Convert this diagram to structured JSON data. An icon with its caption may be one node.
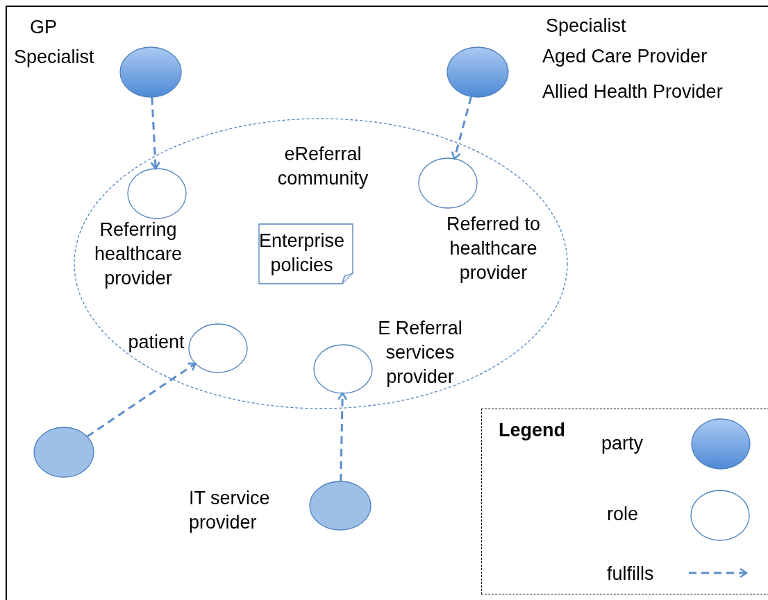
{
  "diagram": {
    "nodes": [
      {
        "text": [
          "eReferral community"
        ]
      },
      {
        "text": [],
        "shape": "circle",
        "beside": [
          "GP",
          "Specialist"
        ]
      },
      {
        "text": [],
        "shape": "circle",
        "beside": [
          "Specialist",
          "Aged Care Provider",
          "Allied Health Provider"
        ]
      },
      {
        "text": [
          "Referring healthcare provider"
        ],
        "in": 0
      },
      {
        "text": [
          "Referred to healthcare provider"
        ],
        "in": 0
      },
      {
        "text": [
          "Enterprise policies"
        ],
        "in": 0
      },
      {
        "text": [
          "patient"
        ],
        "in": 0
      },
      {
        "text": [
          "E Referral services provider"
        ],
        "in": 0
      },
      {
        "text": [],
        "shape": "circle"
      },
      {
        "text": [],
        "shape": "circle",
        "beside": [
          "IT service provider"
        ]
      }
    ],
    "edges": [
      {
        "from": 1,
        "to": 3,
        "arrow": "to",
        "style": "dashed"
      },
      {
        "from": 2,
        "to": 4,
        "arrow": "to",
        "style": "dashed"
      },
      {
        "from": 8,
        "to": 6,
        "arrow": "to",
        "style": "dashed"
      },
      {
        "from": 9,
        "to": 7,
        "arrow": "to",
        "style": "dashed"
      }
    ],
    "labels": [
      "Legend"
    ],
    "legend": [
      {
        "text": "party"
      },
      {
        "text": "role"
      },
      {
        "text": "fulfills"
      }
    ]
  }
}
